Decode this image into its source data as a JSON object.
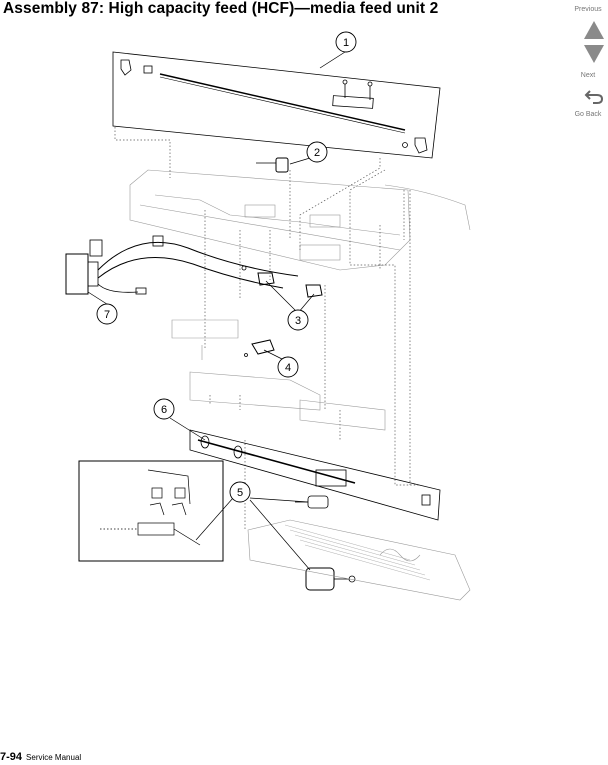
{
  "page": {
    "title": "Assembly 87:  High capacity feed (HCF)—media feed unit 2",
    "page_number": "7-94",
    "manual": "Service Manual"
  },
  "nav": {
    "previous_label": "Previous",
    "next_label": "Next",
    "go_back_label": "Go Back"
  },
  "callouts": [
    "1",
    "2",
    "3",
    "4",
    "5",
    "6",
    "7"
  ]
}
